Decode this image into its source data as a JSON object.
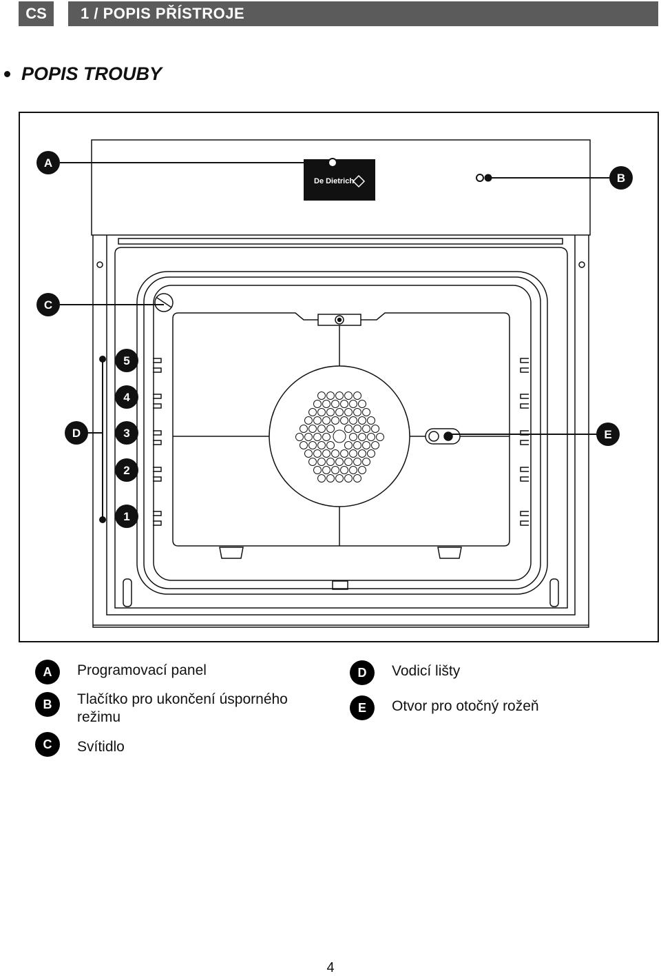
{
  "header": {
    "lang_tag": "CS",
    "section_title": "1 / POPIS PŘÍSTROJE"
  },
  "subheading": "POPIS TROUBY",
  "figure": {
    "brand_text": "De Dietrich",
    "callouts": [
      "A",
      "B",
      "C",
      "D",
      "E"
    ],
    "shelf_levels": [
      "5",
      "4",
      "3",
      "2",
      "1"
    ]
  },
  "legend": {
    "left": [
      {
        "key": "A",
        "text": "Programovací panel"
      },
      {
        "key": "B",
        "text": "Tlačítko pro ukončení úsporného režimu"
      },
      {
        "key": "C",
        "text": "Svítidlo"
      }
    ],
    "right": [
      {
        "key": "D",
        "text": "Vodicí lišty"
      },
      {
        "key": "E",
        "text": "Otvor pro otočný rožeň"
      }
    ]
  },
  "page_number": "4"
}
